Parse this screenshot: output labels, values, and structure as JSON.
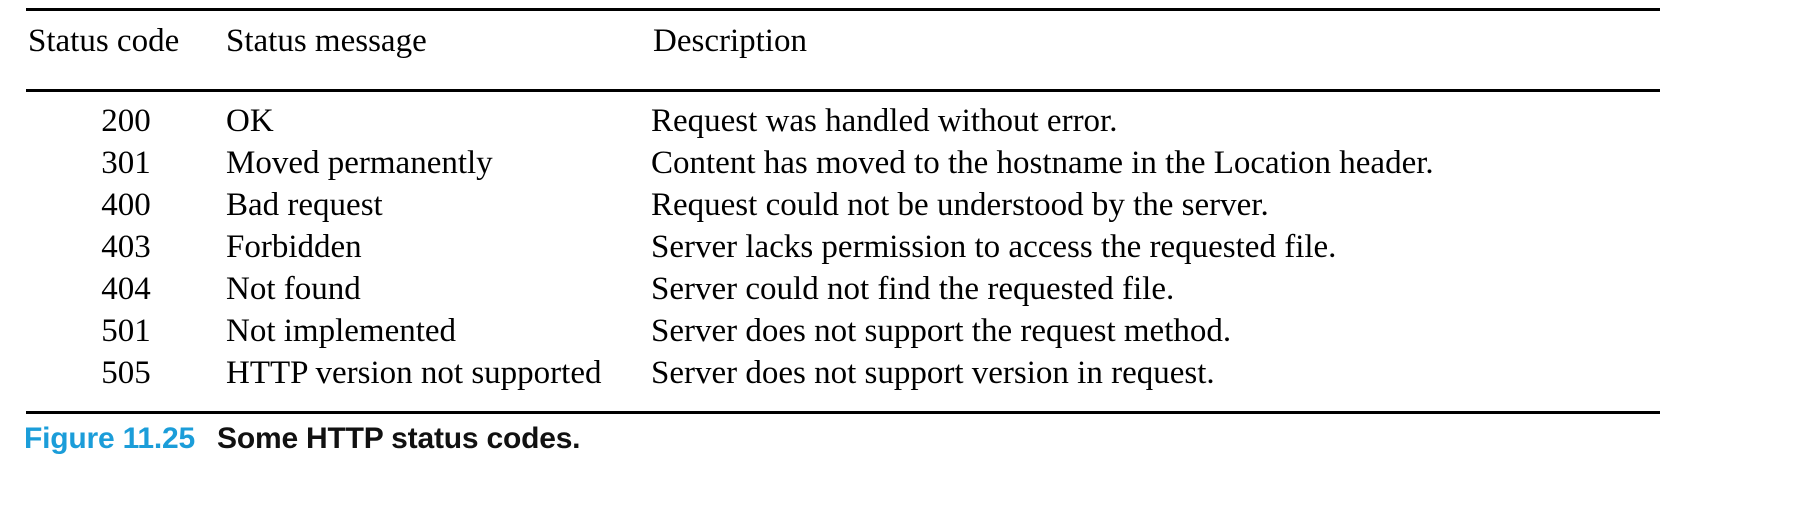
{
  "figure": {
    "caption_label": "Figure 11.25",
    "caption_title": "Some HTTP status codes.",
    "caption_label_color": "#1b9dd9",
    "caption_title_color": "#111111"
  },
  "table": {
    "columns": [
      "Status code",
      "Status message",
      "Description"
    ],
    "rows": [
      {
        "code": "200",
        "message": "OK",
        "description": "Request was handled without error."
      },
      {
        "code": "301",
        "message": "Moved permanently",
        "description": "Content has moved to the hostname in the Location header."
      },
      {
        "code": "400",
        "message": "Bad request",
        "description": "Request could not be understood by the server."
      },
      {
        "code": "403",
        "message": "Forbidden",
        "description": "Server lacks permission to access the requested file."
      },
      {
        "code": "404",
        "message": "Not found",
        "description": "Server could not find the requested file."
      },
      {
        "code": "501",
        "message": "Not implemented",
        "description": "Server does not support the request method."
      },
      {
        "code": "505",
        "message": "HTTP version not supported",
        "description": "Server does not support version in request."
      }
    ]
  }
}
